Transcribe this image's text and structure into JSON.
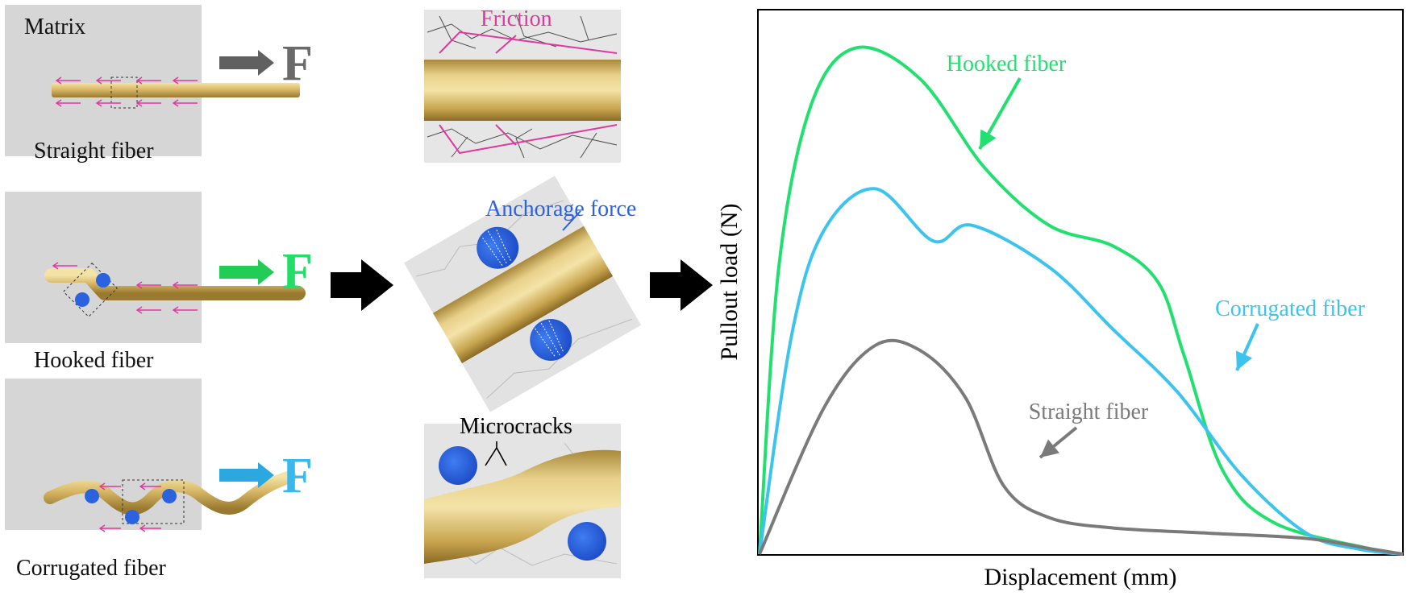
{
  "colors": {
    "straight": "#7a7a7a",
    "hooked": "#22e070",
    "corrugated": "#3cc4ef",
    "friction": "#e0389e",
    "anchor": "#2a62e0",
    "fiber": "#d2b25e",
    "matrix": "#d6d6d6"
  },
  "left_panels": {
    "matrix_label": "Matrix",
    "straight_label": "Straight fiber",
    "hooked_label": "Hooked fiber",
    "corrugated_label": "Corrugated fiber",
    "force_symbol": "F"
  },
  "middle_panels": {
    "friction_label": "Friction",
    "anchorage_label": "Anchorage force",
    "microcracks_label": "Microcracks"
  },
  "chart_data": {
    "type": "line",
    "xlabel": "Displacement (mm)",
    "ylabel": "Pullout load (N)",
    "x_ticks_shown": false,
    "y_ticks_shown": false,
    "grid": false,
    "series": [
      {
        "name": "Hooked fiber",
        "color": "#22e070",
        "x": [
          0,
          0.03,
          0.08,
          0.15,
          0.25,
          0.35,
          0.45,
          0.55,
          0.62,
          0.66,
          0.72,
          0.8,
          0.95,
          1.0
        ],
        "y": [
          0,
          0.55,
          0.86,
          0.97,
          0.91,
          0.74,
          0.63,
          0.59,
          0.52,
          0.38,
          0.16,
          0.06,
          0.01,
          0
        ]
      },
      {
        "name": "Corrugated fiber",
        "color": "#3cc4ef",
        "x": [
          0,
          0.05,
          0.1,
          0.18,
          0.27,
          0.33,
          0.45,
          0.55,
          0.65,
          0.75,
          0.85,
          0.93,
          1.0
        ],
        "y": [
          0,
          0.42,
          0.62,
          0.7,
          0.6,
          0.63,
          0.55,
          0.43,
          0.31,
          0.15,
          0.04,
          0.01,
          0
        ]
      },
      {
        "name": "Straight fiber",
        "color": "#7a7a7a",
        "x": [
          0,
          0.1,
          0.18,
          0.25,
          0.32,
          0.38,
          0.45,
          0.55,
          0.7,
          0.85,
          0.95,
          1.0
        ],
        "y": [
          0,
          0.28,
          0.4,
          0.39,
          0.3,
          0.13,
          0.07,
          0.05,
          0.04,
          0.03,
          0.01,
          0
        ]
      }
    ],
    "annotations": [
      {
        "text": "Hooked fiber",
        "color": "#22e070"
      },
      {
        "text": "Corrugated fiber",
        "color": "#3cc4ef"
      },
      {
        "text": "Straight fiber",
        "color": "#7a7a7a"
      }
    ]
  }
}
